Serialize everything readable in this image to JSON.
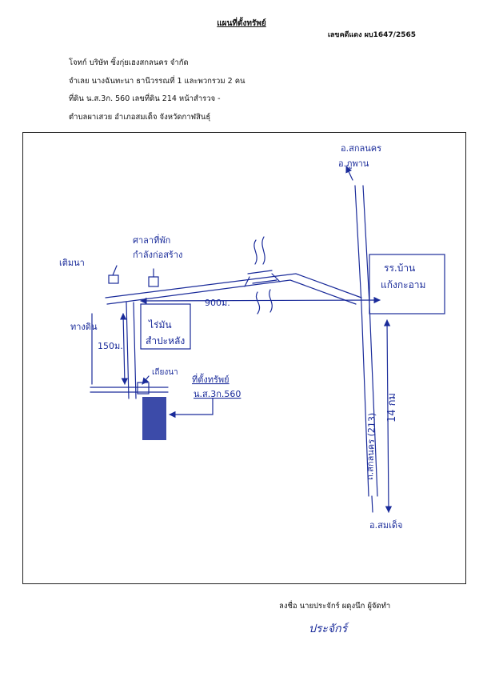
{
  "header": {
    "title": "แผนที่ตั้งทรัพย์",
    "case_number": "เลขคดีแดง ผบ1647/2565",
    "lines": [
      "โจทก์ บริษัท ซิ้งกุ่ยเฮงสกลนคร จำกัด",
      "จำเลย นางฉันทะนา ธานีวรรณที่ 1 และพวกรวม 2 คน",
      "ที่ดิน น.ส.3ก. 560 เลขที่ดิน 214  หน้าสำรวจ -",
      "ตำบลผาเสวย  อำเภอสมเด็จ  จังหวัดกาฬสินธุ์"
    ]
  },
  "map": {
    "labels": {
      "to_sakon": "อ.สกลนคร",
      "to_phuphan": "อ.ภูพาน",
      "school_line1": "รร.บ้าน",
      "school_line2": "แก้งกะอาม",
      "pavilion_line1": "ศาลาที่พัก",
      "pavilion_line2": "กำลังก่อสร้าง",
      "water_tank": "เติมนา",
      "distance_900": "900ม.",
      "path": "ทางดิน",
      "distance_150": "150ม.",
      "cassava_line1": "ไร่มัน",
      "cassava_line2": "สำปะหลัง",
      "shed": "เถียงนา",
      "property_line1": "ที่ตั้งทรัพย์",
      "property_line2": "น.ส.3ก.560",
      "highway_road": "ถ.สกลนคร (213)",
      "distance_14km": "14 กม",
      "to_somdet": "อ.สมเด็จ"
    },
    "ink_color": "#1a2b9a"
  },
  "footer": {
    "signer": "ลงชื่อ นายประจักร์ ผดุงนึก ผู้จัดทำ",
    "signature": "ประจักร์"
  }
}
